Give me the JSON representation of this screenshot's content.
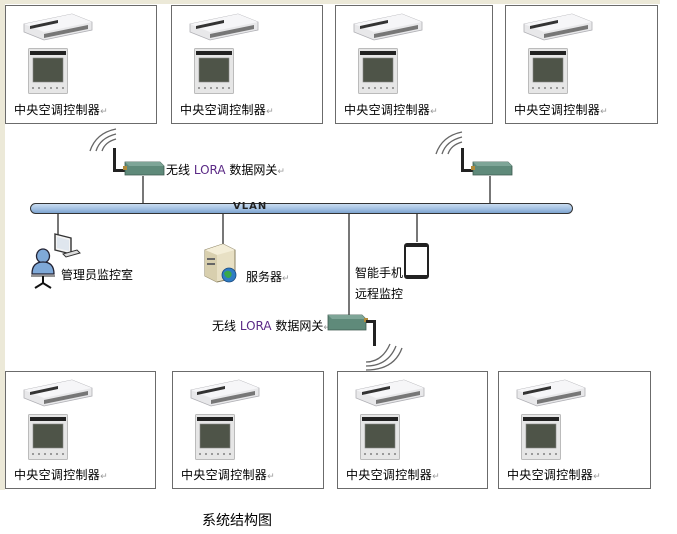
{
  "diagram": {
    "caption": "系统结构图",
    "network_bus_label": "VLAN",
    "top_row_units": [
      {
        "label": "中央空调控制器"
      },
      {
        "label": "中央空调控制器"
      },
      {
        "label": "中央空调控制器"
      },
      {
        "label": "中央空调控制器"
      }
    ],
    "bottom_row_units": [
      {
        "label": "中央空调控制器"
      },
      {
        "label": "中央空调控制器"
      },
      {
        "label": "中央空调控制器"
      },
      {
        "label": "中央空调控制器"
      }
    ],
    "gateway_top_left": {
      "prefix": "无线 ",
      "lora": "LORA",
      "suffix": " 数据网关"
    },
    "gateway_bottom": {
      "prefix": "无线 ",
      "lora": "LORA",
      "suffix": " 数据网关"
    },
    "admin_room": {
      "label": "管理员监控室"
    },
    "server": {
      "label": "服务器"
    },
    "smartphone": {
      "line1": "智能手机",
      "line2": "远程监控"
    },
    "return_mark": "↵",
    "colors": {
      "bus_fill": "#9ebde0",
      "lora_text": "#5b2a86",
      "border": "#6b6b6b"
    }
  }
}
